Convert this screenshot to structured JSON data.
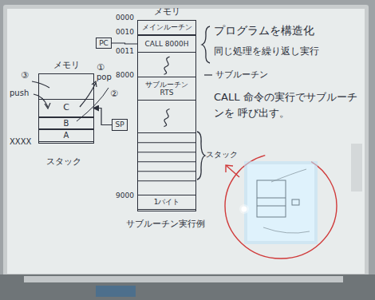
{
  "diagram": {
    "nodes": [
      {
        "text": [
          "メモリ"
        ]
      },
      {
        "text": [
          "C"
        ],
        "in": 0
      },
      {
        "text": [
          "B"
        ],
        "in": 0
      },
      {
        "text": [
          "A"
        ],
        "in": 0
      },
      {
        "text": [
          "SP"
        ]
      },
      {
        "text": [
          "メモリ"
        ]
      },
      {
        "text": [
          "メインルーチン"
        ],
        "in": 5
      },
      {
        "text": [
          "CALL 8000H"
        ],
        "in": 5
      },
      {
        "text": [
          "サブルーチン",
          "RTS"
        ],
        "in": 5
      },
      {
        "text": [
          "1バイト"
        ],
        "in": 5
      },
      {
        "text": [
          "PC"
        ]
      }
    ],
    "edges": [
      {
        "from": 4,
        "to": 1,
        "arrow": "to"
      },
      {
        "from": 10,
        "to": 7,
        "arrow": "none"
      }
    ],
    "labels": [
      "①",
      "pop",
      "②",
      "③",
      "push",
      "XXXX",
      "スタック",
      "0000",
      "0010",
      "0011",
      "8000",
      "9000",
      "スタック",
      "サブルーチン実行例",
      "プログラムを構造化",
      "同じ処理を繰り返し実行",
      "サブルーチン",
      "CALL 命令の実行でサブルーチンを 呼び出す。"
    ]
  }
}
